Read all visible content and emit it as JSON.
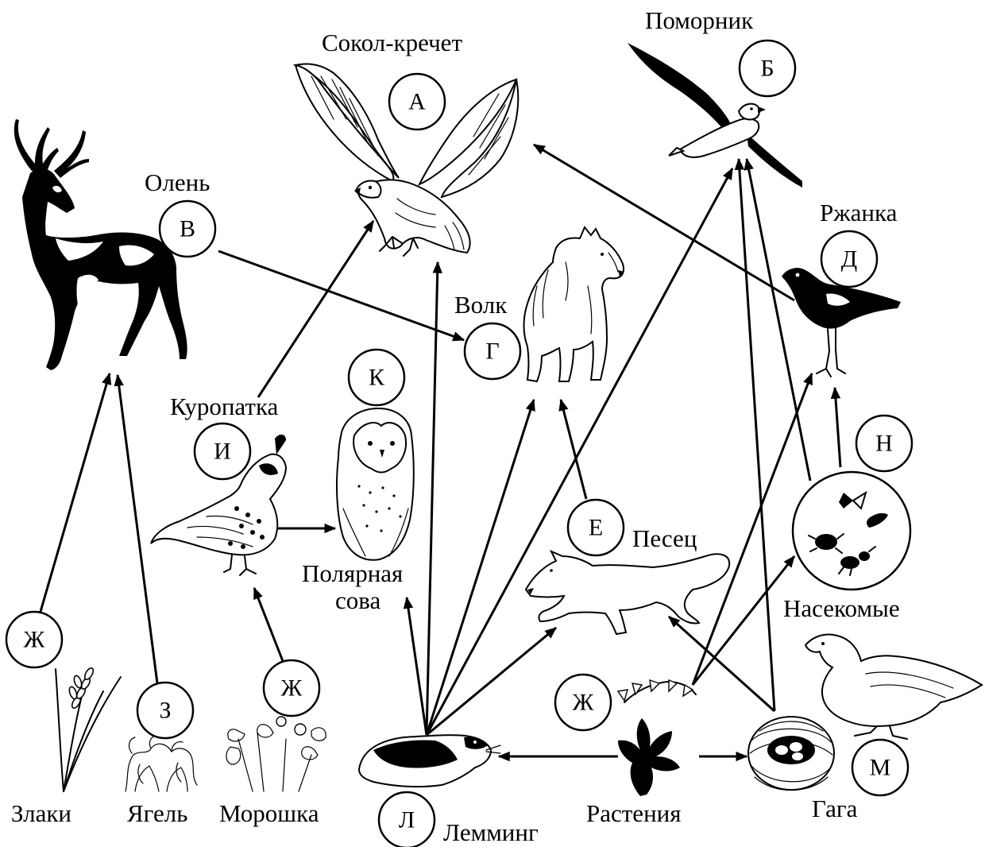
{
  "organisms": {
    "gyrfalcon": {
      "name": "Сокол-кречет",
      "letter": "А"
    },
    "skua": {
      "name": "Поморник",
      "letter": "Б"
    },
    "deer": {
      "name": "Олень",
      "letter": "В"
    },
    "wolf": {
      "name": "Волк",
      "letter": "Г"
    },
    "plover": {
      "name": "Ржанка",
      "letter": "Д"
    },
    "arctic_fox": {
      "name": "Песец",
      "letter": "Е"
    },
    "grasses": {
      "name": "Злаки",
      "letter": "Ж"
    },
    "cloudberry": {
      "name": "Морошка",
      "letter": "Ж"
    },
    "plants": {
      "name": "Растения",
      "letter": "Ж"
    },
    "reindeer_lichen": {
      "name": "Ягель",
      "letter": "З"
    },
    "ptarmigan": {
      "name": "Куропатка",
      "letter": "И"
    },
    "snowy_owl": {
      "name_line1": "Полярная",
      "name_line2": "сова",
      "letter": "К"
    },
    "lemming": {
      "name": "Лемминг",
      "letter": "Л"
    },
    "eider": {
      "name": "Гага",
      "letter": "М"
    },
    "insects": {
      "name": "Насекомые",
      "letter": "Н"
    }
  },
  "links": [
    {
      "from": "grasses",
      "to": "deer"
    },
    {
      "from": "reindeer_lichen",
      "to": "deer"
    },
    {
      "from": "cloudberry",
      "to": "ptarmigan"
    },
    {
      "from": "ptarmigan",
      "to": "snowy_owl"
    },
    {
      "from": "ptarmigan",
      "to": "gyrfalcon"
    },
    {
      "from": "deer",
      "to": "wolf"
    },
    {
      "from": "lemming",
      "to": "snowy_owl"
    },
    {
      "from": "lemming",
      "to": "gyrfalcon"
    },
    {
      "from": "lemming",
      "to": "wolf"
    },
    {
      "from": "lemming",
      "to": "skua"
    },
    {
      "from": "lemming",
      "to": "arctic_fox"
    },
    {
      "from": "arctic_fox",
      "to": "wolf"
    },
    {
      "from": "plover",
      "to": "gyrfalcon"
    },
    {
      "from": "plants",
      "to": "lemming"
    },
    {
      "from": "plants",
      "to": "eider"
    },
    {
      "from": "plants",
      "to": "insects"
    },
    {
      "from": "plants",
      "to": "plover"
    },
    {
      "from": "eider",
      "to": "arctic_fox"
    },
    {
      "from": "eider",
      "to": "skua"
    },
    {
      "from": "insects",
      "to": "skua"
    },
    {
      "from": "insects",
      "to": "plover"
    }
  ]
}
